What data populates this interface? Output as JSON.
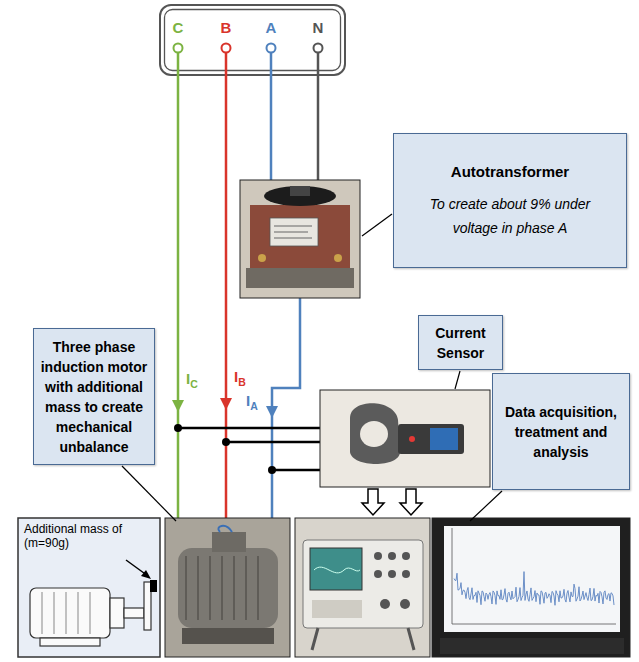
{
  "diagram": {
    "nodes": [
      {
        "text": [
          "C",
          "B",
          "A",
          "N"
        ]
      },
      {
        "text": [
          "Autotransformer",
          "To create about 9% under voltage in phase A"
        ]
      },
      {
        "text": [
          "Current Sensor"
        ]
      },
      {
        "text": [
          "Three phase induction motor with additional mass to create mechanical unbalance"
        ]
      },
      {
        "text": [
          "Data acquisition, treatment and analysis"
        ]
      }
    ],
    "labels": [
      "IC",
      "IB",
      "IA",
      "Additional mass of (m=90g)"
    ]
  }
}
